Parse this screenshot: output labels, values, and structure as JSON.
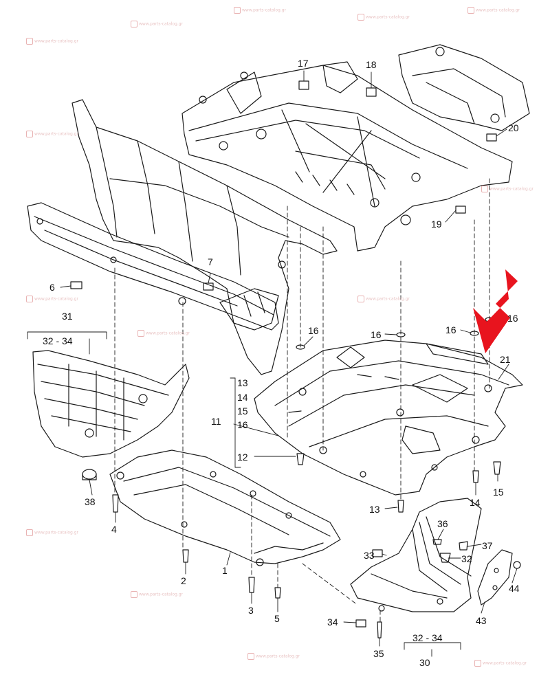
{
  "diagram": {
    "callouts": [
      "1",
      "2",
      "3",
      "4",
      "5",
      "6",
      "7",
      "11",
      "12",
      "13",
      "13",
      "14",
      "14",
      "15",
      "15",
      "16",
      "16",
      "16",
      "16",
      "16",
      "17",
      "18",
      "19",
      "20",
      "21",
      "30",
      "31",
      "32",
      "32 - 34",
      "32 - 34",
      "33",
      "34",
      "35",
      "36",
      "37",
      "38",
      "43",
      "44"
    ],
    "arrow_color": "#e8141e",
    "line_color": "#1a1a1a",
    "watermark_text": "www.parts-catalog.gr"
  }
}
